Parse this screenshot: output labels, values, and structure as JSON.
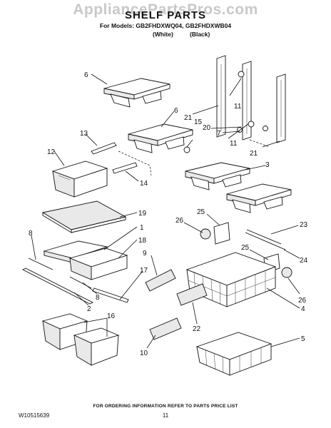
{
  "watermark": "AppliancePartsPros.com",
  "title": "SHELF PARTS",
  "models_line": "For Models: GB2FHDXWQ04, GB2FHDXWB04",
  "color_white": "(White)",
  "color_black": "(Black)",
  "callouts": [
    "1",
    "2",
    "3",
    "4",
    "5",
    "6",
    "6",
    "7",
    "8",
    "8",
    "9",
    "10",
    "11",
    "11",
    "12",
    "13",
    "14",
    "15",
    "16",
    "17",
    "18",
    "19",
    "20",
    "21",
    "21",
    "22",
    "23",
    "24",
    "25",
    "25",
    "26",
    "26"
  ],
  "footer_note": "FOR ORDERING INFORMATION REFER TO PARTS PRICE LIST",
  "doc_id": "W10515639",
  "page_number": "11"
}
